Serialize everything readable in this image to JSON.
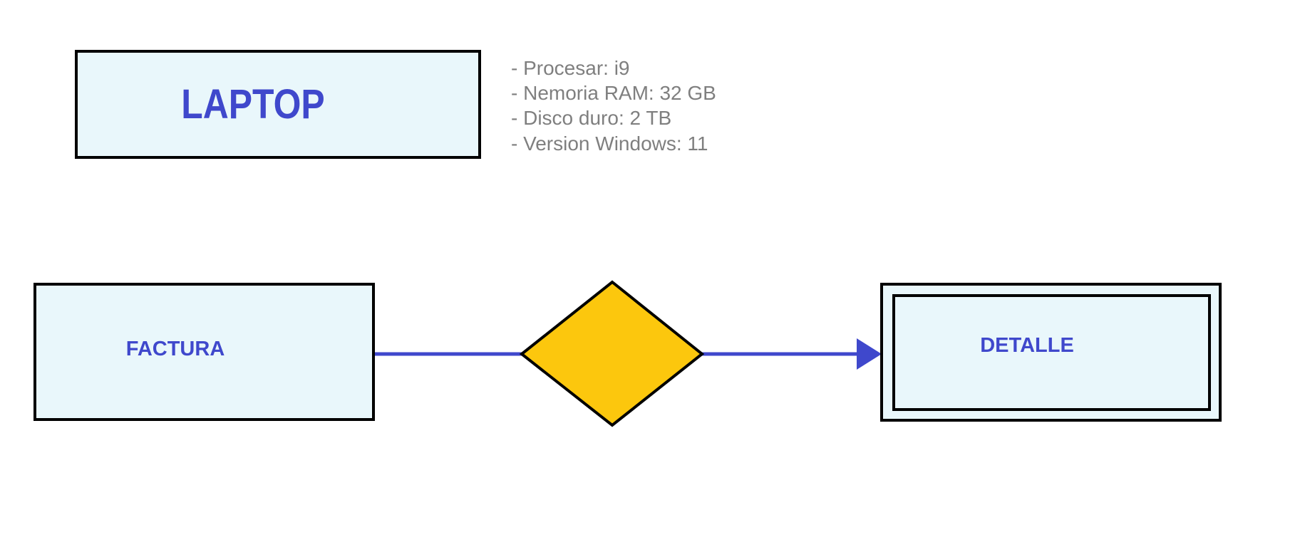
{
  "diagram": {
    "laptop_entity": {
      "label": "LAPTOP"
    },
    "laptop_attributes": [
      "- Procesar: i9",
      "- Nemoria RAM: 32 GB",
      "- Disco duro: 2 TB",
      "- Version Windows: 11"
    ],
    "factura_entity": {
      "label": "FACTURA"
    },
    "relationship": {
      "label": ""
    },
    "detalle_entity": {
      "label": "DETALLE",
      "weak": true
    },
    "colors": {
      "entity_fill": "#e9f7fb",
      "entity_border": "#000000",
      "label_blue": "#3f48cc",
      "connector_blue": "#3f48cc",
      "diamond_fill": "#fcc70d",
      "attribute_gray": "#7f7f7f"
    }
  }
}
